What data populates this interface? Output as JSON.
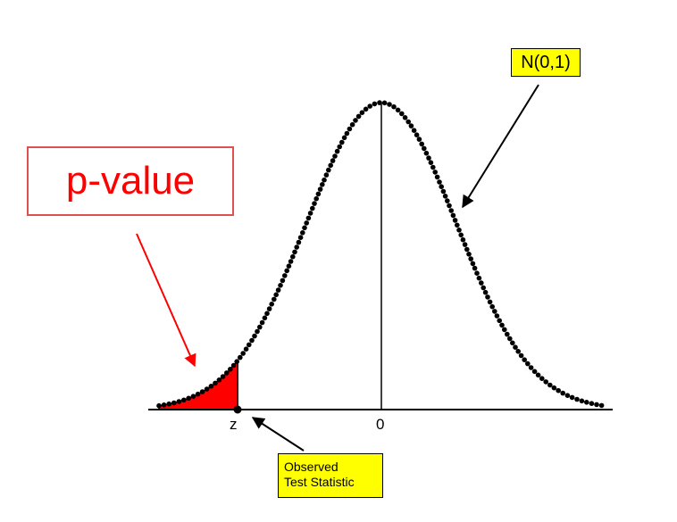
{
  "labels": {
    "p_value": "p-value",
    "distribution": "N(0,1)",
    "observed_line1": "Observed",
    "observed_line2": "Test Statistic",
    "z": "z",
    "zero": "0"
  },
  "colors": {
    "shade": "#ff0000",
    "callout": "#ffff00",
    "curve": "#000000",
    "pvalue_text": "#ff0000"
  }
}
